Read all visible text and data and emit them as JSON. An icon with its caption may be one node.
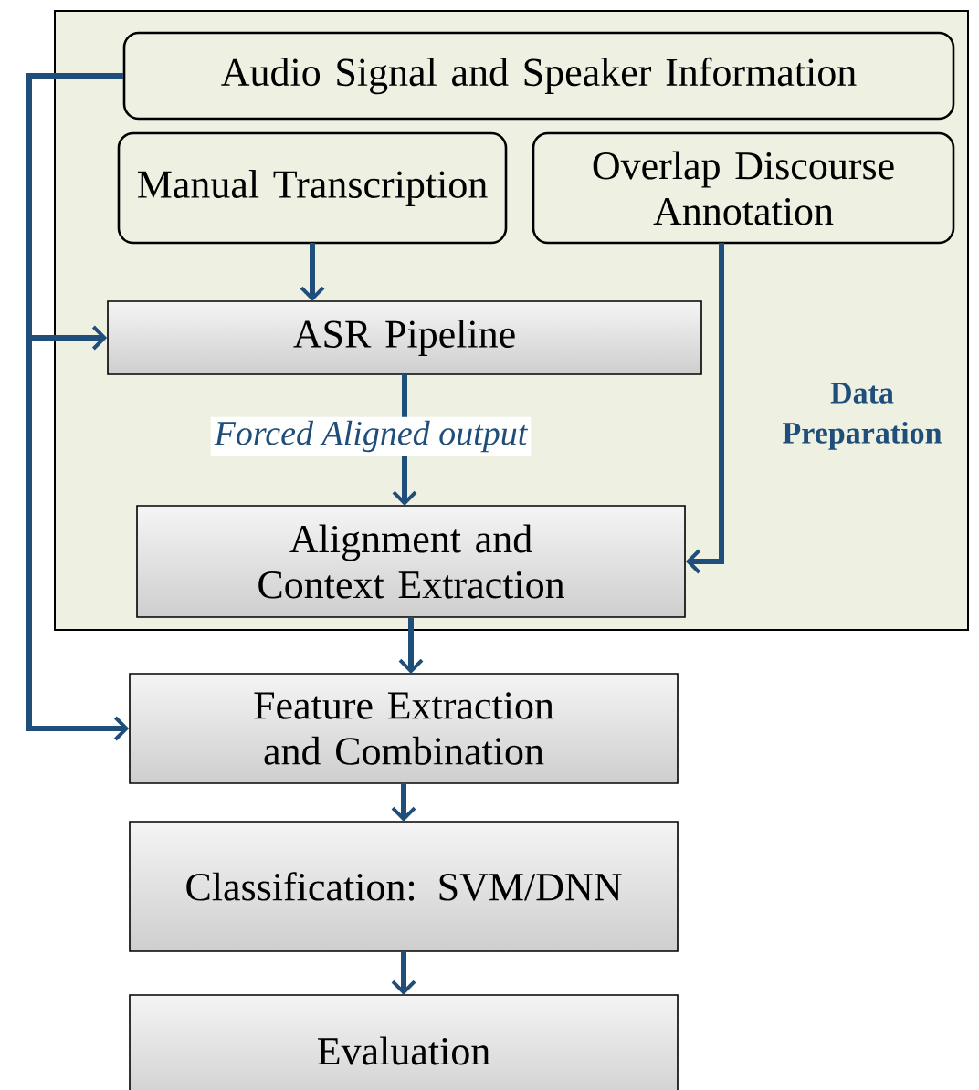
{
  "diagram": {
    "nodes": [
      {
        "text": [
          "Data Preparation"
        ]
      },
      {
        "text": [
          "Audio Signal and Speaker Information"
        ],
        "in": 0
      },
      {
        "text": [
          "Manual Transcription"
        ],
        "in": 0
      },
      {
        "text": [
          "Overlap Discourse Annotation"
        ],
        "in": 0
      },
      {
        "text": [
          "ASR Pipeline"
        ],
        "in": 0
      },
      {
        "text": [
          "Alignment and Context Extraction"
        ],
        "in": 0
      },
      {
        "text": [
          "Feature Extraction and Combination"
        ]
      },
      {
        "text": [
          "Classification: SVM/DNN"
        ]
      },
      {
        "text": [
          "Evaluation"
        ]
      }
    ],
    "edges": [
      {
        "from": 1,
        "to": 4,
        "arrow": "to"
      },
      {
        "from": 1,
        "to": 6,
        "arrow": "to"
      },
      {
        "from": 2,
        "to": 4,
        "arrow": "to"
      },
      {
        "from": 4,
        "to": 5,
        "arrow": "to",
        "label": "Forced Aligned output"
      },
      {
        "from": 3,
        "to": 5,
        "arrow": "to"
      },
      {
        "from": 5,
        "to": 6,
        "arrow": "to"
      },
      {
        "from": 6,
        "to": 7,
        "arrow": "to"
      },
      {
        "from": 7,
        "to": 8,
        "arrow": "to"
      }
    ]
  }
}
